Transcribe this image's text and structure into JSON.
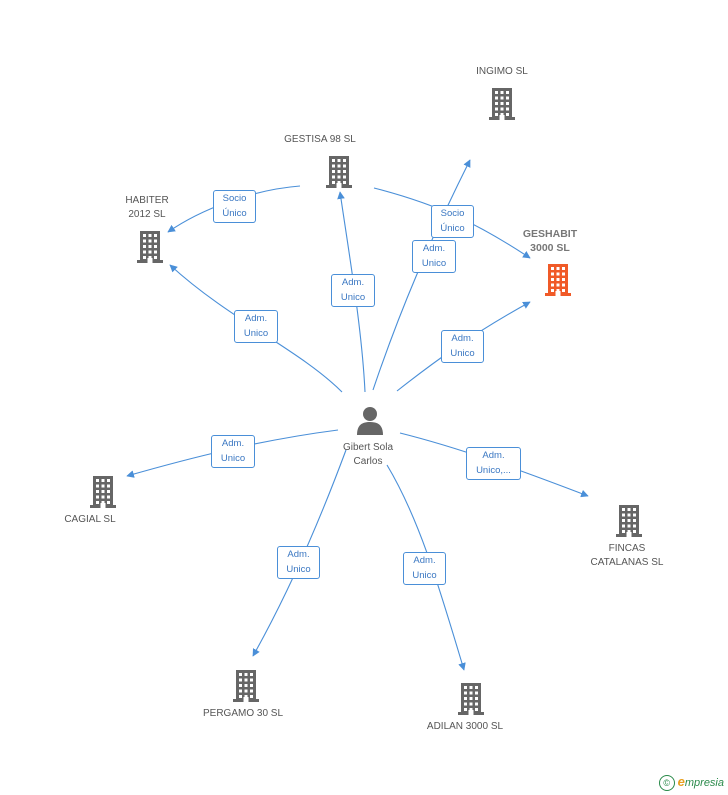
{
  "person": {
    "line1": "Gibert Sola",
    "line2": "Carlos",
    "icon": "person-icon"
  },
  "companies": [
    {
      "id": "ingimo",
      "lines": [
        "INGIMO SL"
      ],
      "icon": "building-icon"
    },
    {
      "id": "gestisa",
      "lines": [
        "GESTISA 98 SL"
      ],
      "icon": "building-icon"
    },
    {
      "id": "habiter",
      "lines": [
        "HABITER",
        "2012 SL"
      ],
      "icon": "building-icon"
    },
    {
      "id": "geshabit",
      "lines": [
        "GESHABIT",
        "3000 SL"
      ],
      "icon": "building-icon",
      "highlight": true
    },
    {
      "id": "cagial",
      "lines": [
        "CAGIAL SL"
      ],
      "icon": "building-icon"
    },
    {
      "id": "fincas",
      "lines": [
        "FINCAS",
        "CATALANAS SL"
      ],
      "icon": "building-icon"
    },
    {
      "id": "pergamo",
      "lines": [
        "PERGAMO 30 SL"
      ],
      "icon": "building-icon"
    },
    {
      "id": "adilan",
      "lines": [
        "ADILAN 3000 SL"
      ],
      "icon": "building-icon"
    }
  ],
  "edges": [
    {
      "id": "to-habiter",
      "lines": [
        "Adm.",
        "Unico"
      ]
    },
    {
      "id": "to-gestisa",
      "lines": [
        "Adm.",
        "Unico"
      ]
    },
    {
      "id": "to-ingimo",
      "lines": [
        "Adm.",
        "Unico"
      ]
    },
    {
      "id": "to-geshabit",
      "lines": [
        "Adm.",
        "Unico"
      ]
    },
    {
      "id": "to-cagial",
      "lines": [
        "Adm.",
        "Unico"
      ]
    },
    {
      "id": "to-fincas",
      "lines": [
        "Adm.",
        "Unico,..."
      ]
    },
    {
      "id": "to-pergamo",
      "lines": [
        "Adm.",
        "Unico"
      ]
    },
    {
      "id": "to-adilan",
      "lines": [
        "Adm.",
        "Unico"
      ]
    },
    {
      "id": "gestisa-habiter",
      "lines": [
        "Socio",
        "Único"
      ]
    },
    {
      "id": "gestisa-geshabit",
      "lines": [
        "Socio",
        "Único"
      ]
    }
  ],
  "colors": {
    "edge": "#4a8fd8",
    "building": "#666666",
    "highlight": "#f05a28"
  },
  "footer": {
    "copyright": "©",
    "brand_initial": "e",
    "brand_rest": "mpresia"
  }
}
